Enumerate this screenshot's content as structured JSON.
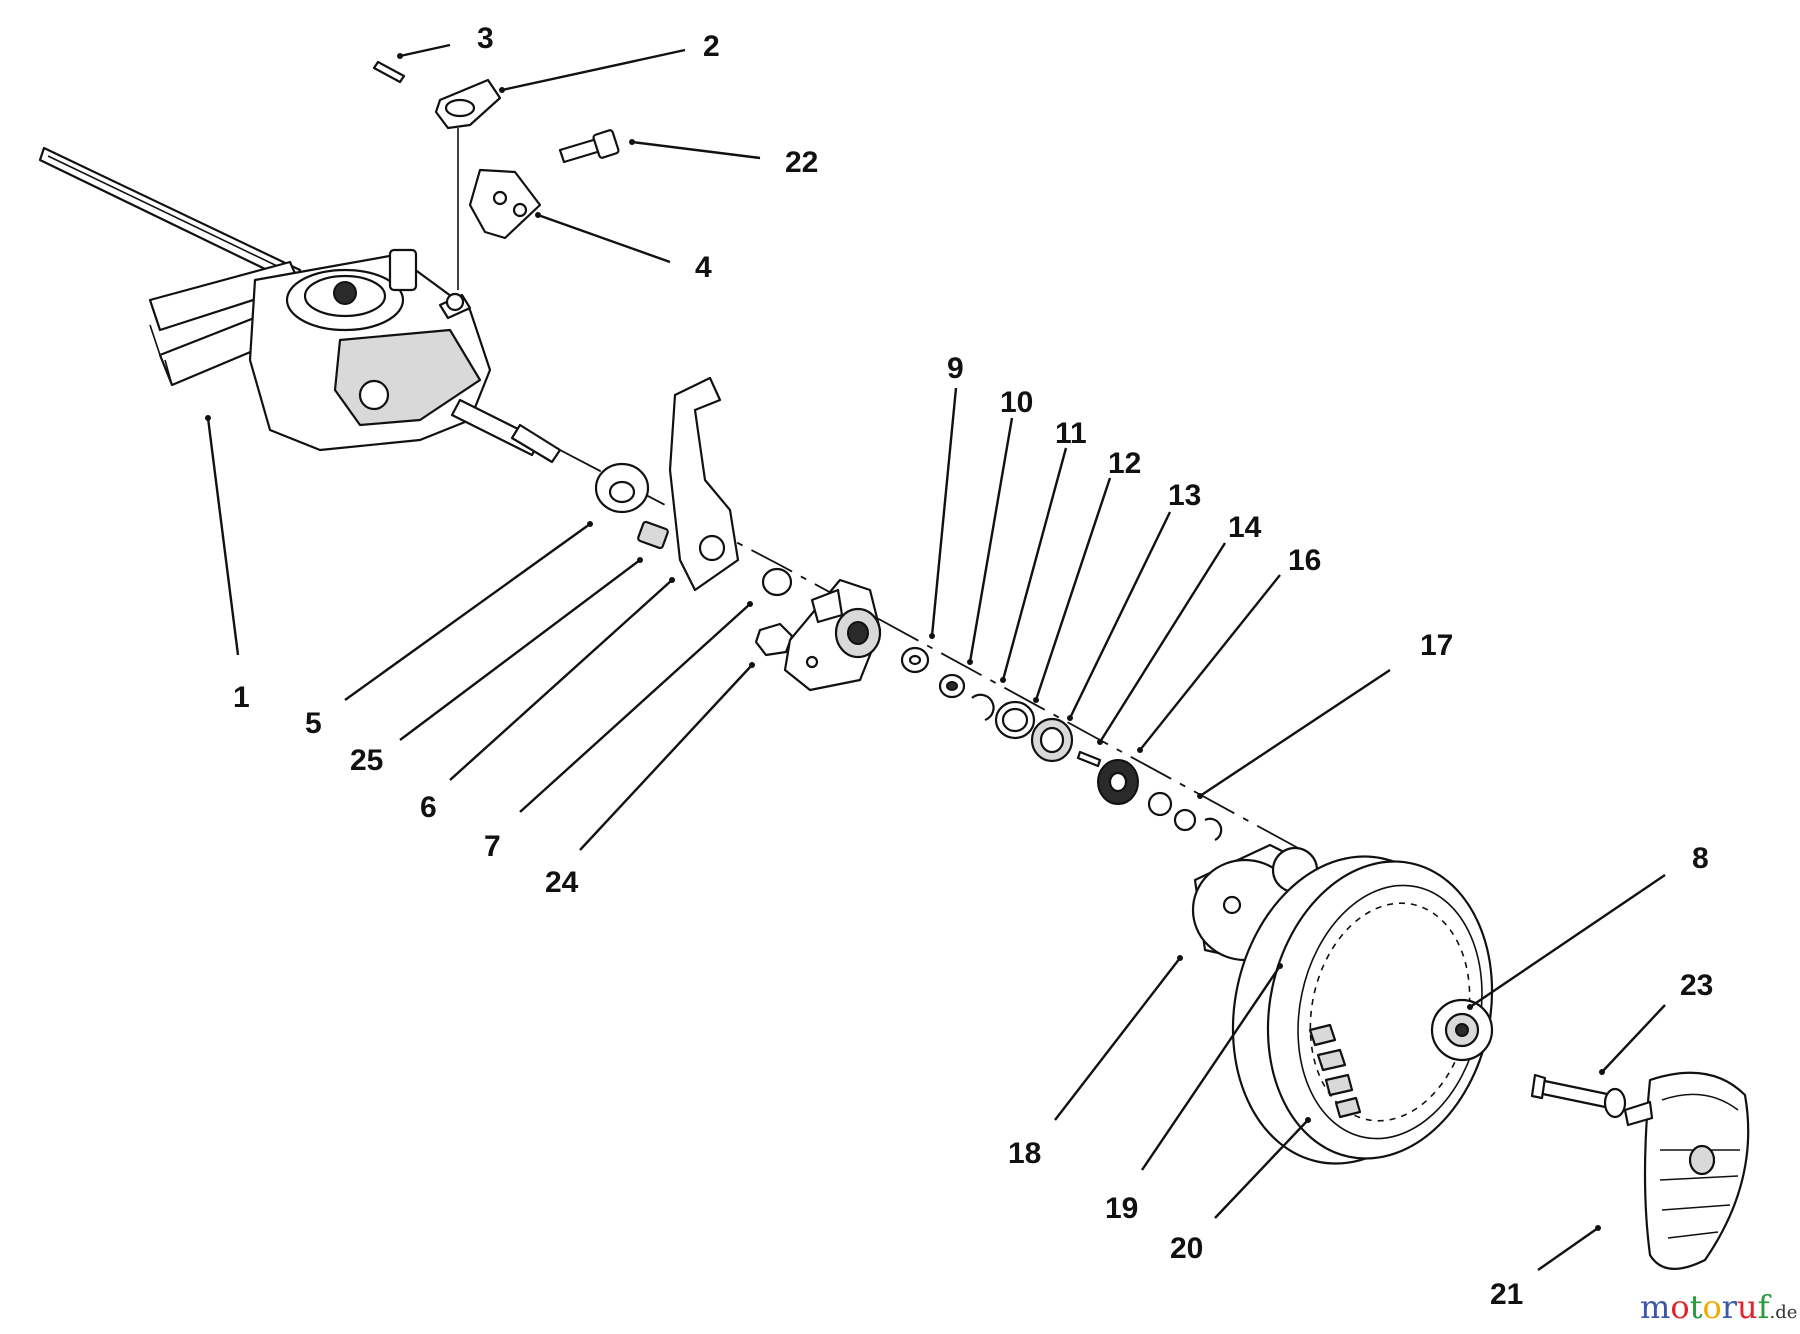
{
  "callouts": [
    "1",
    "2",
    "3",
    "4",
    "5",
    "6",
    "7",
    "8",
    "9",
    "10",
    "11",
    "12",
    "13",
    "14",
    "16",
    "17",
    "18",
    "19",
    "20",
    "21",
    "22",
    "23",
    "24",
    "25"
  ],
  "watermark": {
    "letters": [
      "m",
      "o",
      "t",
      "o",
      "r",
      "u",
      "f"
    ],
    "suffix": ".de",
    "colors": [
      "#3a57a8",
      "#e3262b",
      "#2a9a3a",
      "#f2a900",
      "#3a57a8",
      "#e3262b",
      "#2a9a3a"
    ]
  }
}
